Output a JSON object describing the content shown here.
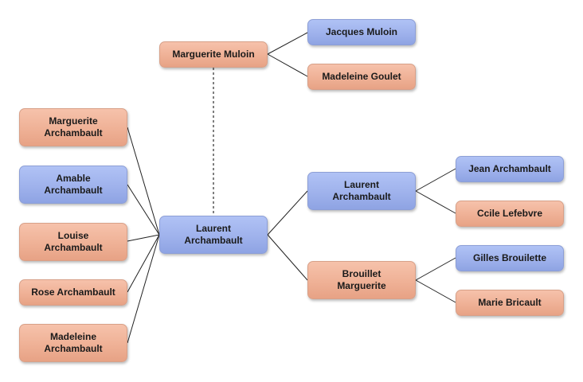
{
  "colors": {
    "male_fill": "#9fb2ec",
    "female_fill": "#efb196",
    "connector": "#222222",
    "dotted_link": "#555555"
  },
  "root": {
    "name": "Laurent\nArchambault",
    "gender": "male"
  },
  "spouse": {
    "name": "Marguerite Muloin",
    "gender": "female"
  },
  "spouse_parents": [
    {
      "name": "Jacques Muloin",
      "gender": "male"
    },
    {
      "name": "Madeleine Goulet",
      "gender": "female"
    }
  ],
  "children": [
    {
      "name": "Marguerite\nArchambault",
      "gender": "female"
    },
    {
      "name": "Amable\nArchambault",
      "gender": "male"
    },
    {
      "name": "Louise\nArchambault",
      "gender": "female"
    },
    {
      "name": "Rose Archambault",
      "gender": "female"
    },
    {
      "name": "Madeleine\nArchambault",
      "gender": "female"
    }
  ],
  "parents": [
    {
      "name": "Laurent\nArchambault",
      "gender": "male"
    },
    {
      "name": "Brouillet\nMarguerite",
      "gender": "female"
    }
  ],
  "paternal_grandparents": [
    {
      "name": "Jean Archambault",
      "gender": "male"
    },
    {
      "name": "Ccile Lefebvre",
      "gender": "female"
    }
  ],
  "maternal_grandparents": [
    {
      "name": "Gilles Brouilette",
      "gender": "male"
    },
    {
      "name": "Marie Bricault",
      "gender": "female"
    }
  ]
}
